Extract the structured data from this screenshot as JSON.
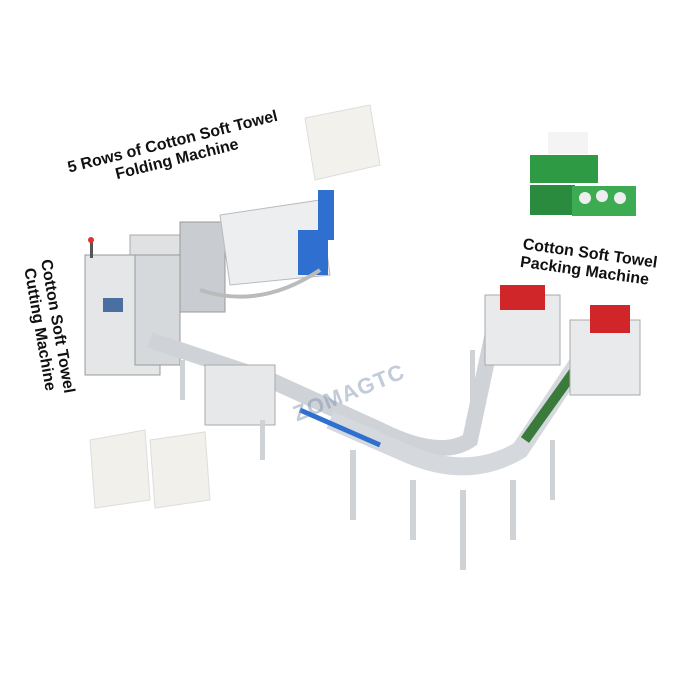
{
  "labels": {
    "folding": [
      "5 Rows of Cotton Soft Towel",
      "Folding Machine"
    ],
    "packing": [
      "Cotton Soft Towel",
      "Packing Machine"
    ],
    "cutting": [
      "Cotton Soft Towel",
      "Cutting Machine"
    ]
  },
  "watermark": "ZOMAGTC",
  "colors": {
    "machine": "#e4e6e8",
    "accent_blue": "#2f6fd0",
    "package_green": "#2e9a44",
    "packing_red": "#d0262a",
    "belt_green": "#3a7a3a"
  }
}
